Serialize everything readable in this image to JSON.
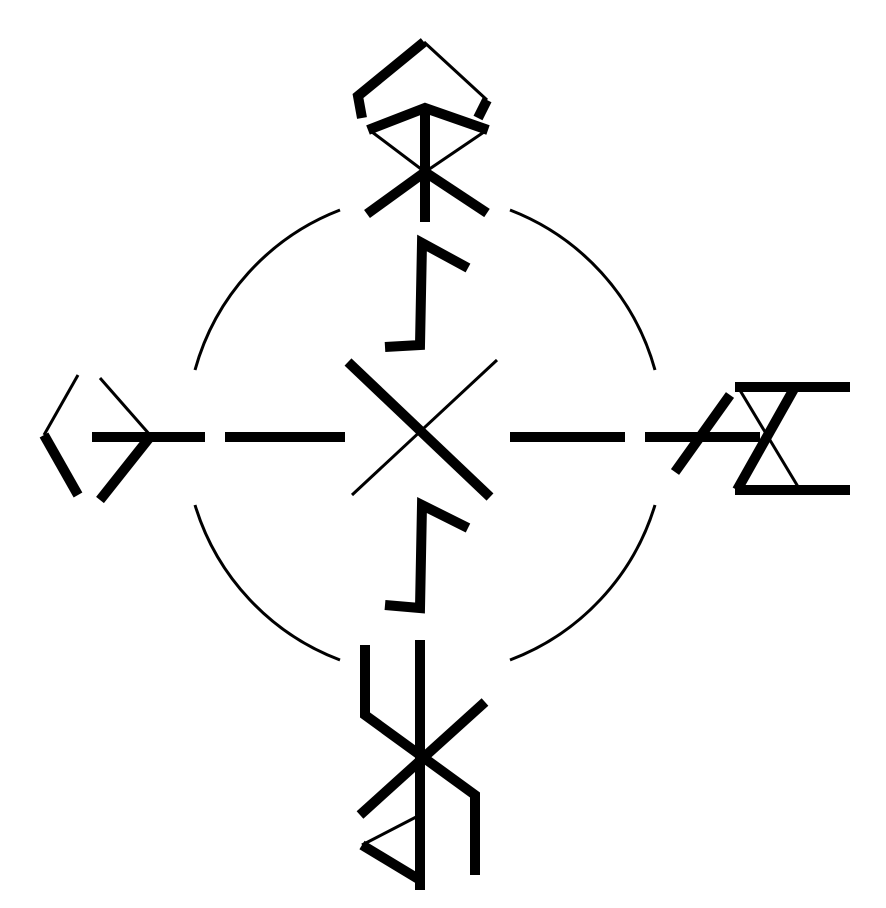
{
  "figure": {
    "description_kind": "bindrune-symbol",
    "ink_color": "#000000",
    "background_color": "#ffffff",
    "elements": [
      "top-rune",
      "upper-sowilo",
      "center-x-rune",
      "lower-sowilo",
      "bottom-rune",
      "left-arrow-rune",
      "right-dagaz-rune",
      "circle-arcs",
      "horizontal-axis"
    ]
  }
}
